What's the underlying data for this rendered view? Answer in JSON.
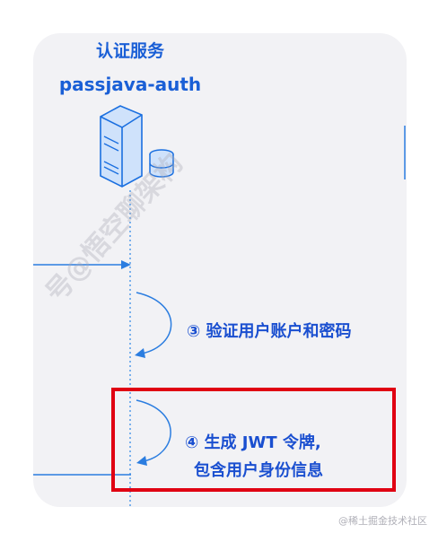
{
  "service": {
    "name": "认证服务",
    "id": "passjava-auth"
  },
  "steps": [
    {
      "text": "③ 验证用户账户和密码"
    },
    {
      "line1": "④ 生成 JWT 令牌,",
      "line2": "包含用户身份信息"
    }
  ],
  "watermark": "号@悟空聊架构",
  "credit": "@稀土掘金技术社区",
  "colors": {
    "accent": "#1a5fd6",
    "highlight": "#e00012",
    "card": "#f2f2f5"
  }
}
